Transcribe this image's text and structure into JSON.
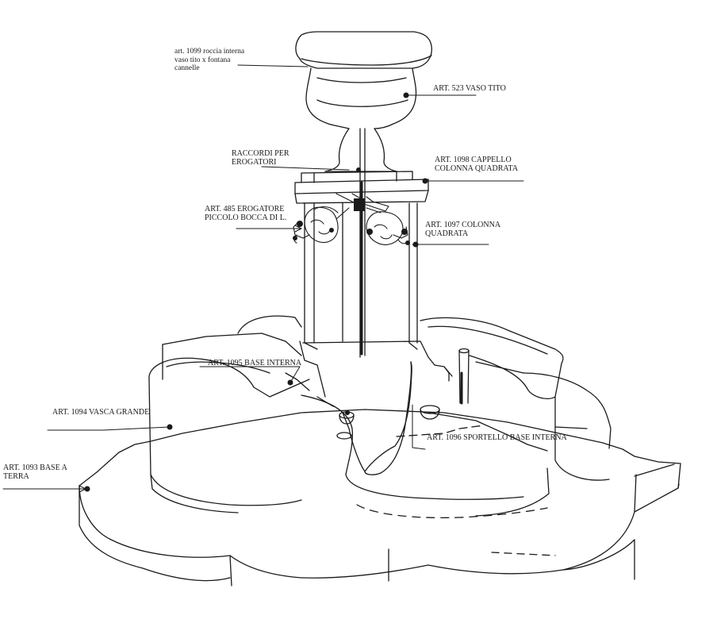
{
  "labels": {
    "roccia_interna": [
      "art. 1099 roccia interna",
      "vaso tito x fontana",
      "cannelle"
    ],
    "vaso_tito": [
      "ART. 523 VASO TITO"
    ],
    "raccordi": [
      "RACCORDI PER",
      "EROGATORI"
    ],
    "cappello": [
      "ART. 1098 CAPPELLO",
      "COLONNA QUADRATA"
    ],
    "erogatore": [
      "ART. 485 EROGATORE",
      "PICCOLO BOCCA DI L."
    ],
    "colonna": [
      "ART. 1097 COLONNA",
      "QUADRATA"
    ],
    "base_interna": [
      "ART. 1095 BASE INTERNA"
    ],
    "vasca_grande": [
      "ART. 1094 VASCA GRANDE"
    ],
    "base_terra": [
      "ART. 1093 BASE A",
      "TERRA"
    ],
    "sportello": [
      "ART. 1096 SPORTELLO BASE INTERNA"
    ]
  },
  "colors": {
    "ink": "#1a1a1a",
    "paper": "#ffffff"
  }
}
